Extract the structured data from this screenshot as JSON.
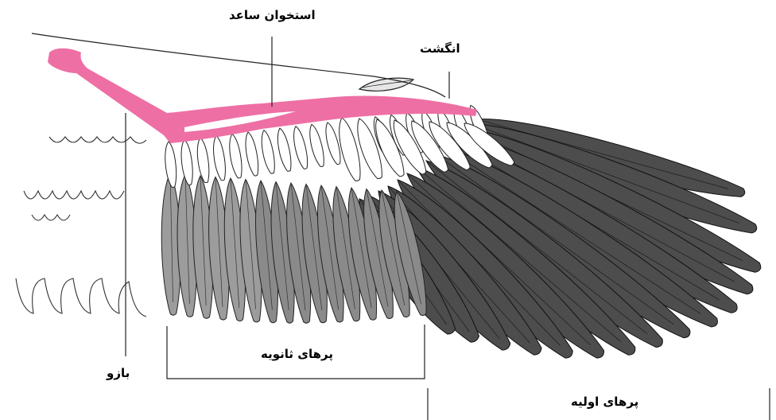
{
  "labels": {
    "radius": "استخوان ساعد",
    "finger": "انگشت",
    "humerus": "بازو",
    "secondary_feathers": "پرهای ثانویه",
    "primary_feathers": "پرهای اولیه"
  },
  "colors": {
    "bone": "#ee6fa4",
    "primary_feather": "#4d4d4d",
    "secondary_feather": "#9c9c9c",
    "covert_feather": "#ffffff",
    "line": "#222222"
  }
}
